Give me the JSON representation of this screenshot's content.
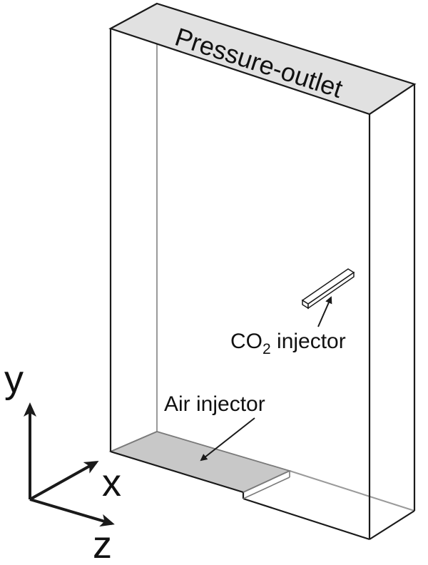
{
  "labels": {
    "top_face": "Pressure-outlet",
    "co2_injector_prefix": "CO",
    "co2_injector_subscript": "2",
    "co2_injector_suffix": " injector",
    "air_injector": "Air injector"
  },
  "axes": {
    "y": "y",
    "x": "x",
    "z": "z"
  },
  "colors": {
    "edge": "#1a1a1a",
    "hidden_edge": "#9a9a9a",
    "top_face_fill": "#e1e1e1",
    "air_injector_fill": "#c8c8c8",
    "co2_fill": "#ffffff",
    "axis": "#1a1a1a"
  }
}
